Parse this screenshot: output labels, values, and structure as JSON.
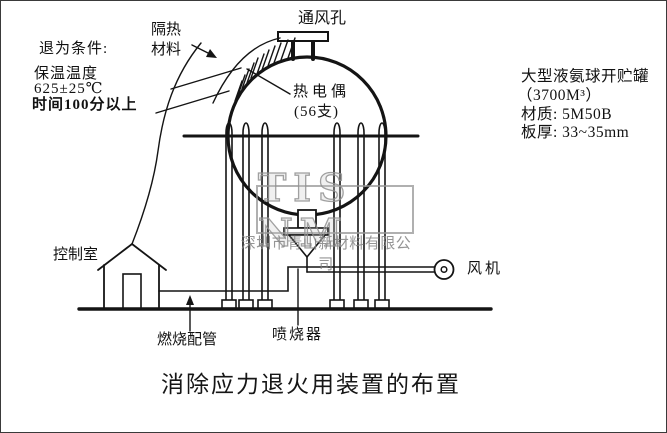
{
  "diagram_title": "消除应力退火用装置的布置",
  "annealing_conditions": {
    "heading": "退为条件:",
    "line2": "保温温度",
    "line3": "625±25℃",
    "line4": "时间100分以上"
  },
  "labels": {
    "insulation_line1": "隔热",
    "insulation_line2": "材料",
    "vent_hole": "通风孔",
    "thermocouple_line1": "热电偶",
    "thermocouple_line2": "(56支)",
    "control_room": "控制室",
    "combustion_piping": "燃烧配管",
    "burner": "喷烧器",
    "fan": "风机"
  },
  "tank_spec": {
    "line1": "大型液氨球开贮罐",
    "line2": "（3700M³）",
    "line3": "材质: 5M50B",
    "line4": "板厚: 33~35mm"
  },
  "watermark": {
    "brand": "TIS NM",
    "company": "深圳市青山新材料有限公司"
  },
  "colors": {
    "line": "#141414",
    "watermark_gray": "#969696",
    "background": "#ffffff"
  }
}
